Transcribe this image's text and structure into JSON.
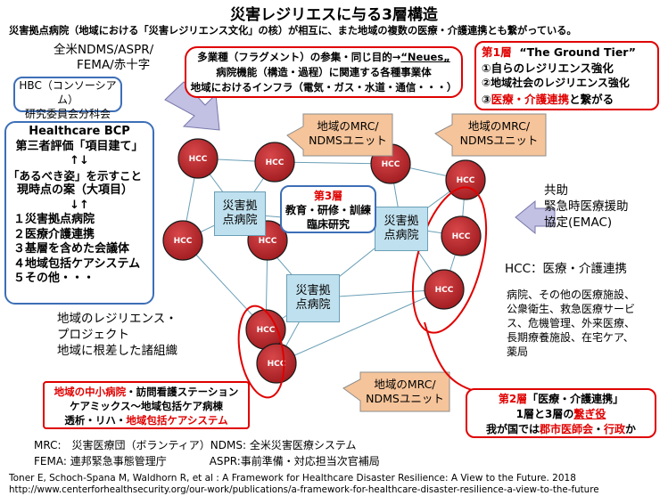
{
  "title": "災害レジリエスに与る3層構造",
  "subtitle": "災害拠点病院（地域における「災害レジリエンス文化」の核）が相互に、また地域の複数の医療・介護連携とも繋がっている。",
  "top_left_orgs": [
    "全米NDMS/ASPR/",
    "FEMA/赤十字"
  ],
  "hbc": [
    "HBC（コンソーシアム）",
    "研究委員会分科会"
  ],
  "bcp": {
    "title": "Healthcare BCP",
    "line1": "第三者評価「項目建て」",
    "arrow1": "↑↓",
    "line2": "「あるべき姿」を示すこと",
    "line3": "現時点の案（大項目）",
    "arrow2": "↓↑",
    "items": [
      "１災害拠点病院",
      "２医療介護連携",
      "３基層を含めた会議体",
      "４地域包括ケアシステム",
      "５その他・・・"
    ]
  },
  "top_center": {
    "line1_a": "多業種（フラグメント）の参集・同じ目的→",
    "line1_b": "“Neues„",
    "line2": "病院機能（構造・過程）に関連する各種事業体",
    "line3": "地域におけるインフラ（電気・ガス・水道・通信・・・）"
  },
  "tier1": {
    "head": "第1層",
    "head_en": "“The Ground Tier”",
    "item1": "①自らのレジリエンス強化",
    "item2": "②地域社会のレジリエンス強化",
    "item3_prefix": "③",
    "item3_red": "医療・介護連携",
    "item3_suffix": "と繋がる"
  },
  "callouts": {
    "mrc_label": "地域のMRC/",
    "ndms_label": "NDMSユニット"
  },
  "tier3": {
    "head": "第3層",
    "line1": "教育・研修・訓練",
    "line2": "臨床研究"
  },
  "hospitals": {
    "label_top": "災害拠",
    "label_bottom": "点病院"
  },
  "hcc": "HCC",
  "emac": [
    "共助",
    "緊急時医療援助",
    "協定(EMAC)"
  ],
  "hcc_def": {
    "head": "HCC：医療・介護連携",
    "lines": [
      "病院、その他の医療施設、",
      "公衆衛生、救急医療サービ",
      "ス、危機管理、外来医療、",
      "長期療養施設、在宅ケア、",
      "薬局"
    ]
  },
  "resilience": [
    "地域のレジリエンス・",
    "プロジェクト",
    "地域に根差した諸組織"
  ],
  "bottom_left_box": {
    "l1_red": "地域の中小病院",
    "l1_rest": "・訪問看護ステーション",
    "l2": "ケアミックス～地域包括ケア病棟",
    "l3_prefix": "透析・リハ・",
    "l3_red": "地域包括ケアシステム"
  },
  "tier2": {
    "head": "第2層",
    "head_rest": "「医療・介護連携」",
    "l2_prefix": "1層と3層の",
    "l2_red": "繋ぎ役",
    "l3_prefix": "我が国では",
    "l3_red": "郡市医師会",
    "l3_mid": "・",
    "l3_red2": "行政",
    "l3_suffix": "か"
  },
  "abbr": {
    "mrc": "MRC:　災害医療団（ボランティア）NDMS: 全米災害医療システム",
    "fema": "FEMA: 連邦緊急事態管理庁　　　　ASPR:事前準備・対応担当次官補局"
  },
  "citation": {
    "line1": "Toner E, Schoch-Spana M, Waldhorn R, et al : A Framework for Healthcare Disaster Resilience: A View to the Future. 2018",
    "url": "http://www.centerforhealthsecurity.org/our-work/publications/a-framework-for-healthcare-disaster-resilience-a-view-to-the-future"
  },
  "colors": {
    "hcc_fill": "#c0282d",
    "hospital_fill": "#bfe0ee",
    "callout_fill": "#f6c49a",
    "accent_red": "#e00000",
    "accent_blue": "#3d6fb7"
  }
}
